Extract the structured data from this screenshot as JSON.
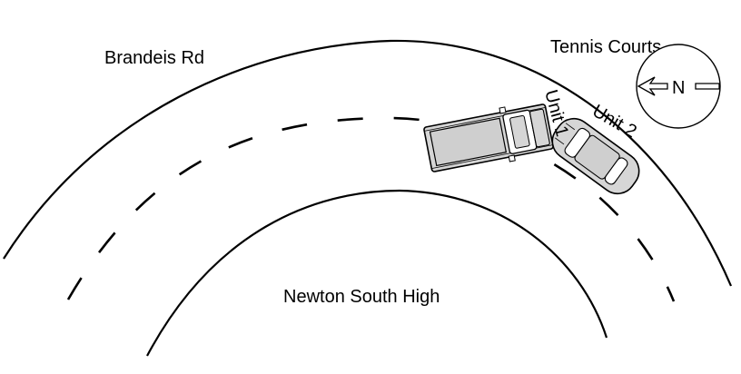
{
  "labels": {
    "street": "Brandeis Rd",
    "landmark_top": "Tennis Courts",
    "landmark_bottom": "Newton South High",
    "unit1": "Unit 1",
    "unit2": "Unit 2"
  },
  "compass": {
    "direction_letter": "N",
    "icon": "north-arrow-icon"
  },
  "colors": {
    "line": "#000000",
    "vehicle_body": "#d6d6d6",
    "vehicle_window": "#ffffff",
    "background": "#ffffff"
  }
}
